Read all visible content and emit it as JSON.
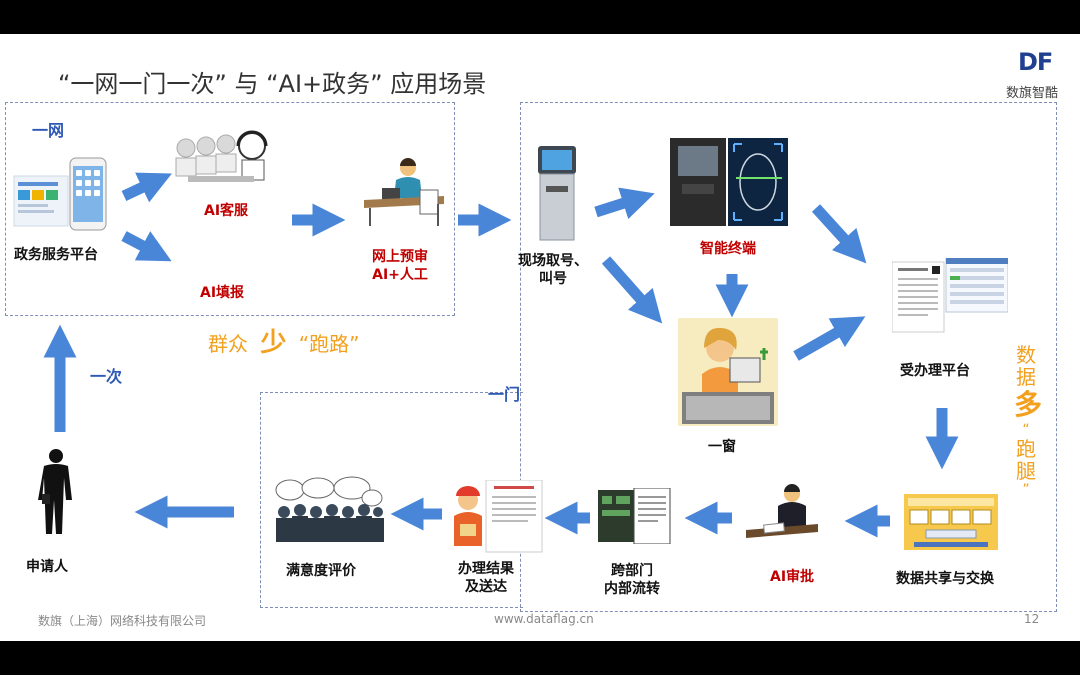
{
  "title": "“一网一门一次” 与 “AI+政务” 应用场景",
  "logo": {
    "mark": "DF",
    "text": "数旗智酷"
  },
  "sections": {
    "yiwang": "一网",
    "yimen": "一门",
    "yici": "一次"
  },
  "nodes": {
    "gov_platform": "政务服务平台",
    "ai_service": "AI客服",
    "ai_fill": "AI填报",
    "online_review_1": "网上预审",
    "online_review_2": "AI+人工",
    "queue_1": "现场取号、",
    "queue_2": "叫号",
    "smart_terminal": "智能终端",
    "window": "一窗",
    "acceptance_platform": "受办理平台",
    "data_sharing": "数据共享与交换",
    "ai_approval": "AI审批",
    "cross_dept_1": "跨部门",
    "cross_dept_2": "内部流转",
    "result_delivery_1": "办理结果",
    "result_delivery_2": "及送达",
    "satisfaction": "满意度评价",
    "applicant": "申请人"
  },
  "slogans": {
    "people_less_prefix": "群众",
    "people_less_emph": "少",
    "people_less_suffix": "“跑路”",
    "data_more_1": "数",
    "data_more_2": "据",
    "data_more_emph": "多",
    "data_more_q1": "“",
    "data_more_3": "跑",
    "data_more_4": "腿",
    "data_more_q2": "”"
  },
  "footer": {
    "company": "数旗（上海）网络科技有限公司",
    "website": "www.dataflag.cn",
    "page": "12"
  },
  "colors": {
    "arrow": "#4a86d8",
    "label_red": "#c00000",
    "label_blue": "#2e59b5",
    "slogan": "#f2a01e"
  }
}
